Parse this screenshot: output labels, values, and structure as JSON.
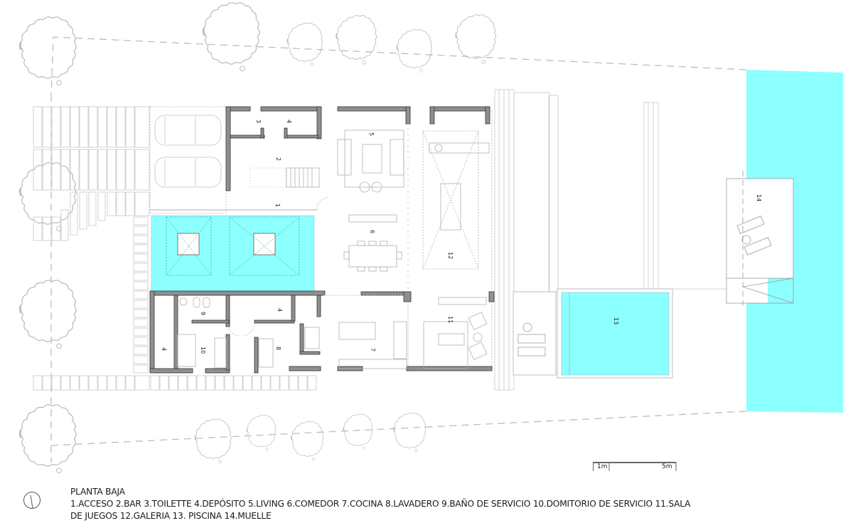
{
  "drawing": {
    "title": "PLANTA BAJA",
    "legend_line1": "1.ACCESO  2.BAR  3.TOILETTE  4.DEPÓSITO  5.LIVING  6.COMEDOR  7.COCINA  8.LAVADERO  9.BAÑO DE SERVICIO  10.DOMITORIO DE SERVICIO 11.SALA",
    "legend_line2": "DE JUEGOS  12.GALERIA  13. PISCINA  14.MUELLE",
    "rooms": [
      {
        "num": "1",
        "name": "ACCESO"
      },
      {
        "num": "2",
        "name": "BAR"
      },
      {
        "num": "3",
        "name": "TOILETTE"
      },
      {
        "num": "4",
        "name": "DEPÓSITO"
      },
      {
        "num": "5",
        "name": "LIVING"
      },
      {
        "num": "6",
        "name": "COMEDOR"
      },
      {
        "num": "7",
        "name": "COCINA"
      },
      {
        "num": "8",
        "name": "LAVADERO"
      },
      {
        "num": "9",
        "name": "BAÑO DE SERVICIO"
      },
      {
        "num": "10",
        "name": "DOMITORIO DE SERVICIO"
      },
      {
        "num": "11",
        "name": "SALA DE JUEGOS"
      },
      {
        "num": "12",
        "name": "GALERIA"
      },
      {
        "num": "13",
        "name": "PISCINA"
      },
      {
        "num": "14",
        "name": "MUELLE"
      }
    ],
    "labels_on_plan": {
      "acceso": "1",
      "bar": "2",
      "toilette": "3",
      "deposito_a": "4",
      "deposito_b": "4",
      "deposito_c": "4",
      "living": "5",
      "comedor": "6",
      "cocina": "7",
      "lavadero": "8",
      "bano": "9",
      "dormitorio": "10",
      "sala": "11",
      "galeria": "12",
      "piscina": "13",
      "muelle": "14"
    },
    "scale_bar": {
      "left_label": "1m",
      "right_label": "5m"
    },
    "north_icon": "north-arrow-circle"
  },
  "colors": {
    "water": "#8cffff",
    "wall_fill": "#8f8f8f",
    "wall_stroke": "#333333",
    "line": "#b8b8b8",
    "tree": "#b5b5b5",
    "dash": "#bdbdbd"
  }
}
